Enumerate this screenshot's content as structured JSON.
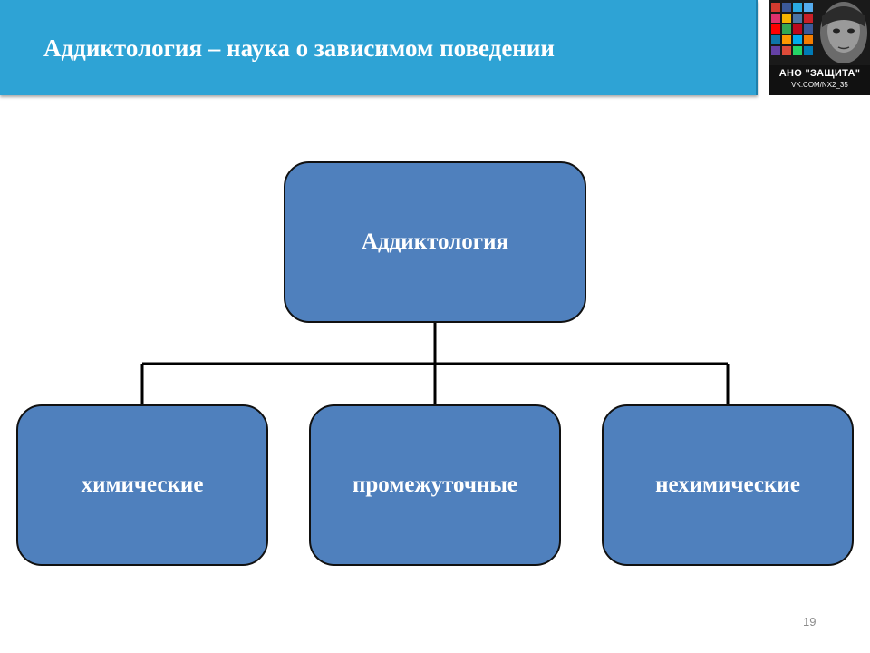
{
  "header": {
    "title": "Аддиктология – наука о зависимом поведении"
  },
  "logo": {
    "org": "АНО \"ЗАЩИТА\"",
    "link": "VK.COM/NX2_35"
  },
  "diagram": {
    "root": "Аддиктология",
    "children": [
      "химические",
      "промежуточные",
      "нехимические"
    ]
  },
  "footer": {
    "page_number": "19"
  },
  "colors": {
    "banner": "#2ea3d5",
    "node_fill": "#4f80bd",
    "node_border": "#111111"
  }
}
